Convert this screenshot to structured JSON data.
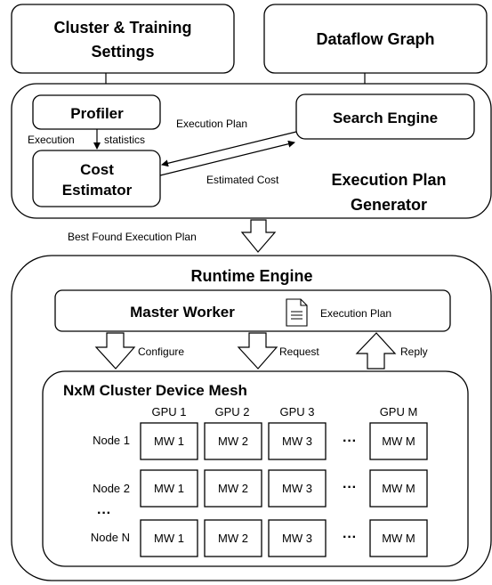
{
  "top": {
    "cluster_settings_line1": "Cluster & Training",
    "cluster_settings_line2": "Settings",
    "dataflow_graph": "Dataflow Graph"
  },
  "generator": {
    "title_line1": "Execution Plan",
    "title_line2": "Generator",
    "profiler": "Profiler",
    "search_engine": "Search Engine",
    "cost_estimator_line1": "Cost",
    "cost_estimator_line2": "Estimator",
    "execution_label": "Execution",
    "statistics_label": "statistics",
    "execution_plan_label": "Execution Plan",
    "estimated_cost_label": "Estimated Cost"
  },
  "best_plan_label": "Best Found Execution Plan",
  "runtime": {
    "title": "Runtime Engine",
    "master_worker": "Master Worker",
    "execution_plan_label": "Execution Plan",
    "configure_label": "Configure",
    "request_label": "Request",
    "reply_label": "Reply"
  },
  "mesh": {
    "title": "NxM Cluster Device Mesh",
    "gpu_headers": [
      "GPU 1",
      "GPU 2",
      "GPU 3",
      "GPU M"
    ],
    "rows": [
      {
        "node": "Node 1",
        "cells": [
          "MW 1",
          "MW 2",
          "MW 3",
          "MW M"
        ]
      },
      {
        "node": "Node 2",
        "cells": [
          "MW 1",
          "MW 2",
          "MW 3",
          "MW M"
        ]
      },
      {
        "node": "Node N",
        "cells": [
          "MW 1",
          "MW 2",
          "MW 3",
          "MW M"
        ]
      }
    ],
    "col_ellipsis": "···",
    "row_ellipsis": "···"
  },
  "colors": {
    "stroke": "#000000",
    "fill": "#ffffff"
  }
}
